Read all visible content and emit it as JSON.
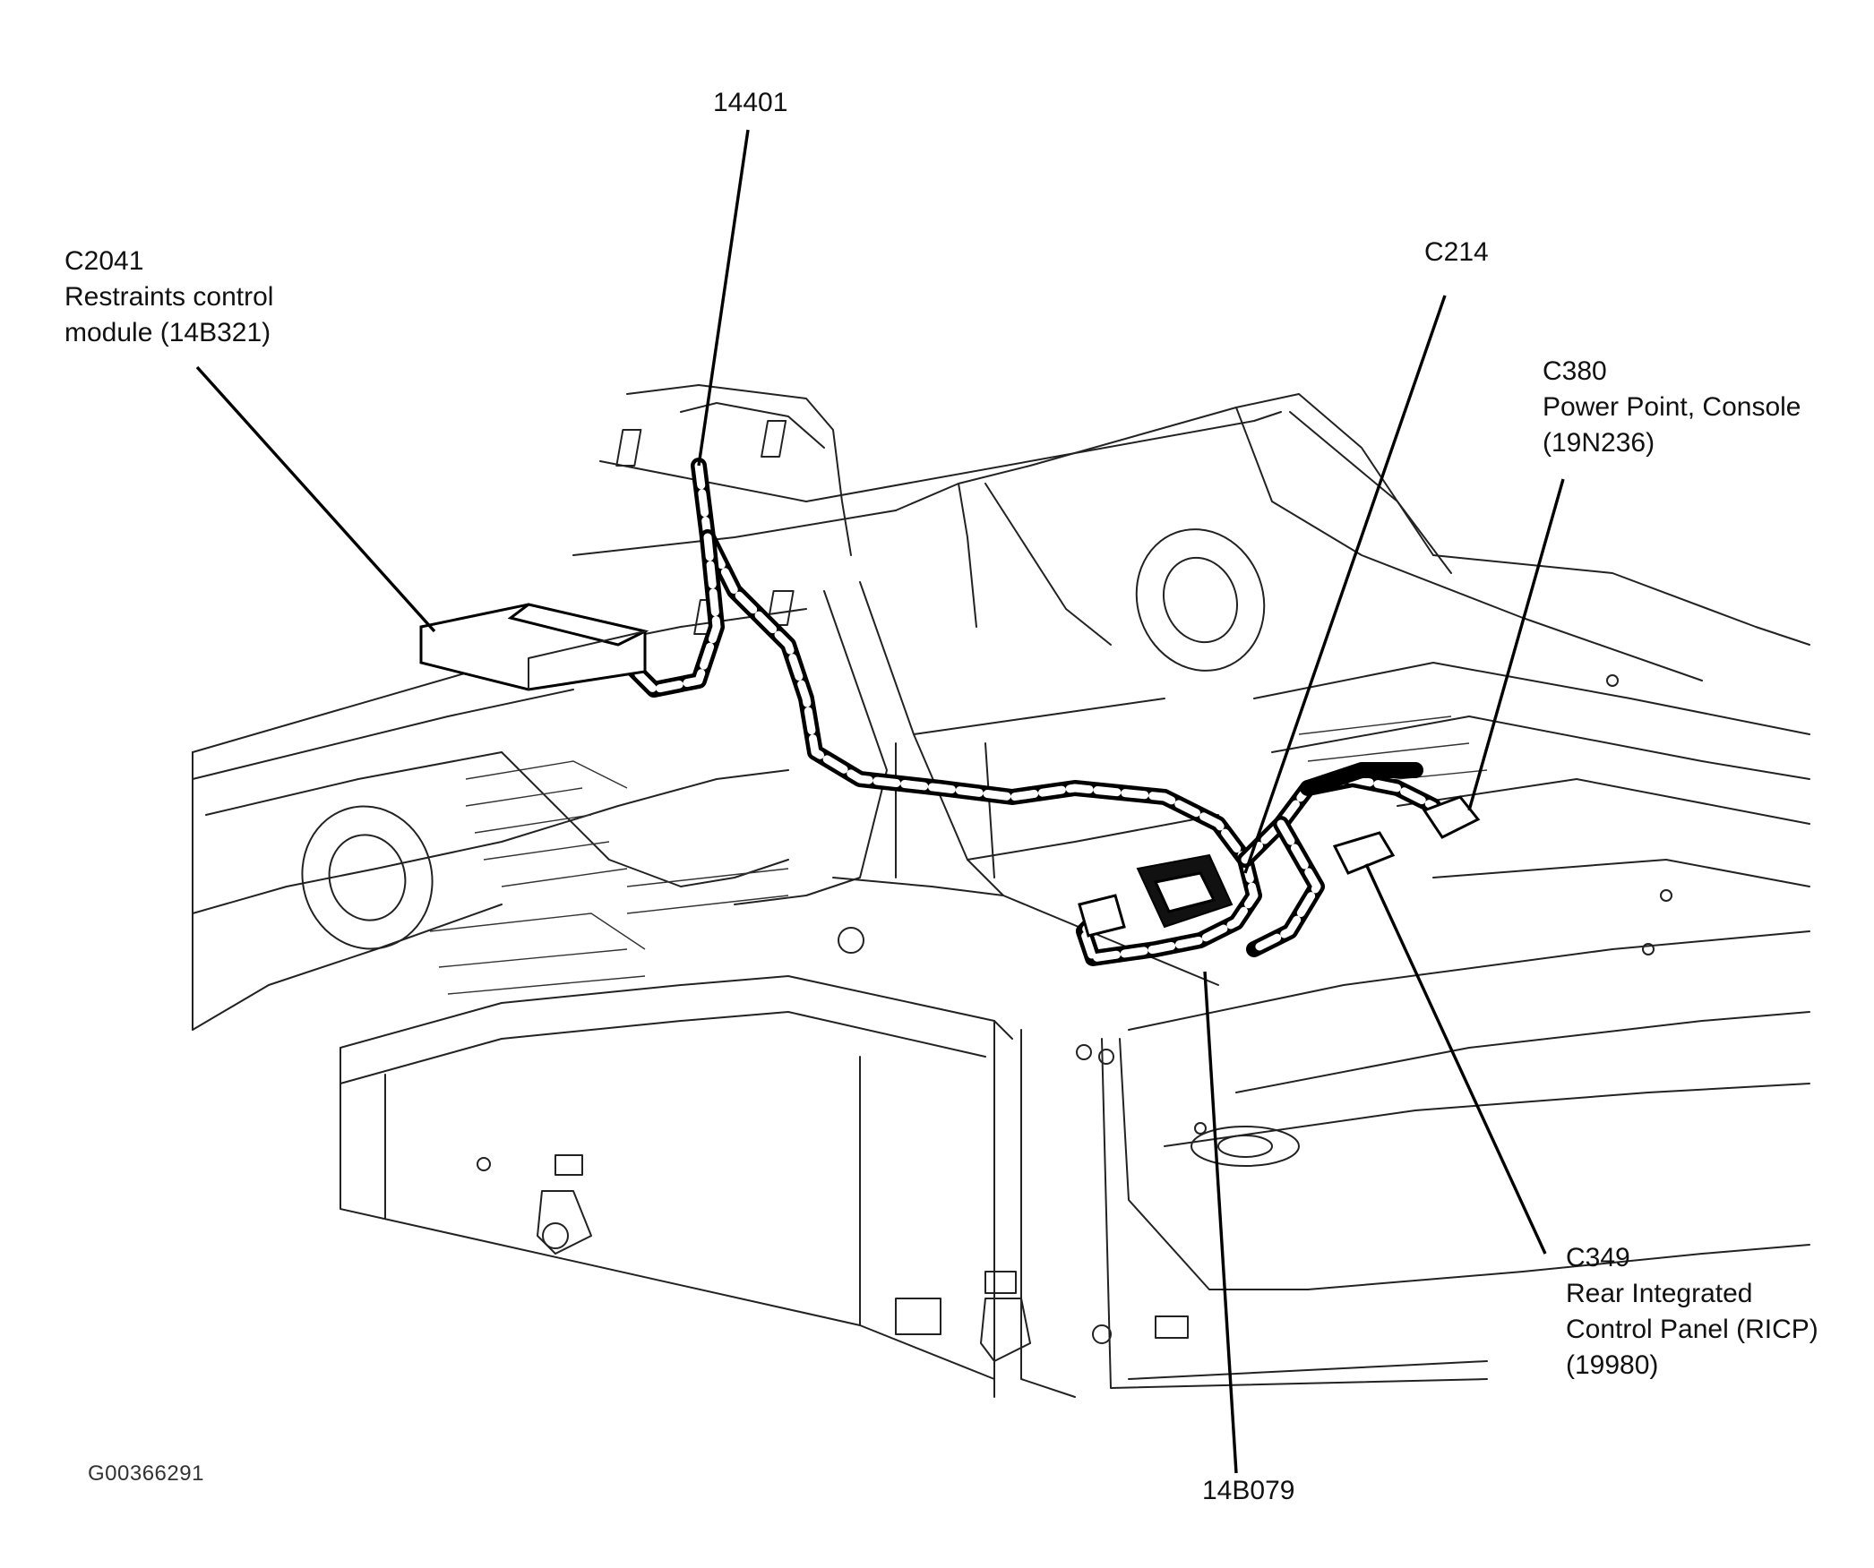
{
  "labels": {
    "c2041_code": "C2041",
    "c2041_line1": "Restraints control",
    "c2041_line2": "module (14B321)",
    "harness_14401": "14401",
    "c214": "C214",
    "c380_code": "C380",
    "c380_line1": "Power Point, Console",
    "c380_line2": "(19N236)",
    "c349_code": "C349",
    "c349_line1": "Rear Integrated",
    "c349_line2": "Control Panel (RICP)",
    "c349_line3": "(19980)",
    "harness_14b079": "14B079"
  },
  "figure_id": "G00366291"
}
